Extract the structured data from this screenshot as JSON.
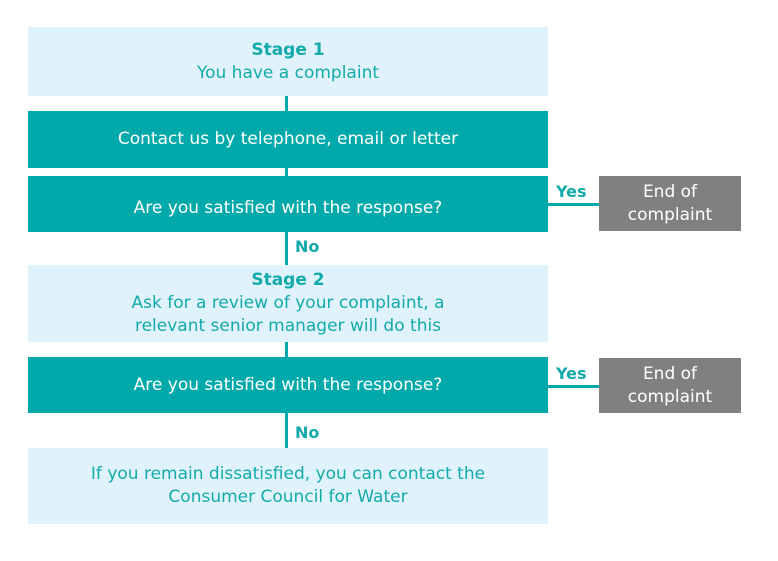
{
  "flowchart": {
    "stage1": {
      "title": "Stage 1",
      "text": "You have a complaint"
    },
    "contact": {
      "text": "Contact us by telephone, email or letter"
    },
    "question1": {
      "text": "Are you satisfied with the response?",
      "yes_label": "Yes",
      "no_label": "No"
    },
    "end1": {
      "line1": "End of",
      "line2": "complaint"
    },
    "stage2": {
      "title": "Stage 2",
      "line1": "Ask for a review of your complaint, a",
      "line2": "relevant senior manager will do this"
    },
    "question2": {
      "text": "Are you satisfied with the response?",
      "yes_label": "Yes",
      "no_label": "No"
    },
    "end2": {
      "line1": "End of",
      "line2": "complaint"
    },
    "final": {
      "line1": "If you remain dissatisfied, you can contact the",
      "line2": "Consumer Council for Water"
    }
  },
  "colors": {
    "teal": "#02a9aa",
    "light_blue": "#e0f3fc",
    "gray": "#808080"
  }
}
